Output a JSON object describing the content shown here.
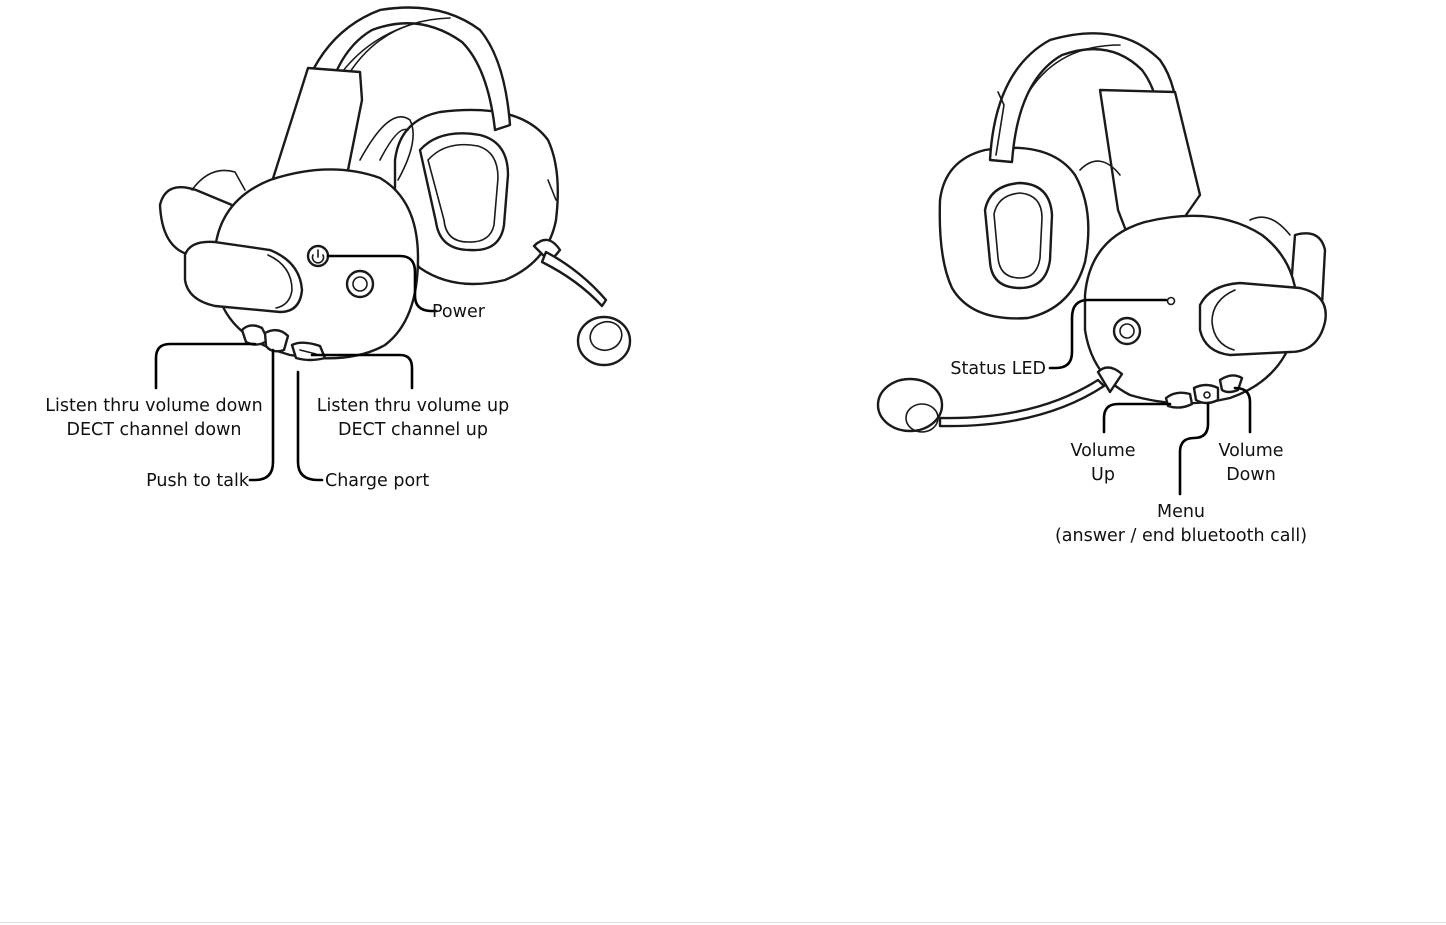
{
  "left_headset": {
    "labels": {
      "power": "Power",
      "listen_down_line1": "Listen thru volume down",
      "listen_down_line2": "DECT channel down",
      "listen_up_line1": "Listen thru volume up",
      "listen_up_line2": "DECT channel up",
      "push_to_talk": "Push to talk",
      "charge_port": "Charge port"
    },
    "icons": {
      "power_button": "power-icon"
    }
  },
  "right_headset": {
    "labels": {
      "status_led": "Status LED",
      "volume_up_line1": "Volume",
      "volume_up_line2": "Up",
      "volume_down_line1": "Volume",
      "volume_down_line2": "Down",
      "menu_line1": "Menu",
      "menu_line2": "(answer / end bluetooth call)"
    }
  },
  "colors": {
    "line": "#1a1a1a",
    "background": "#ffffff"
  }
}
